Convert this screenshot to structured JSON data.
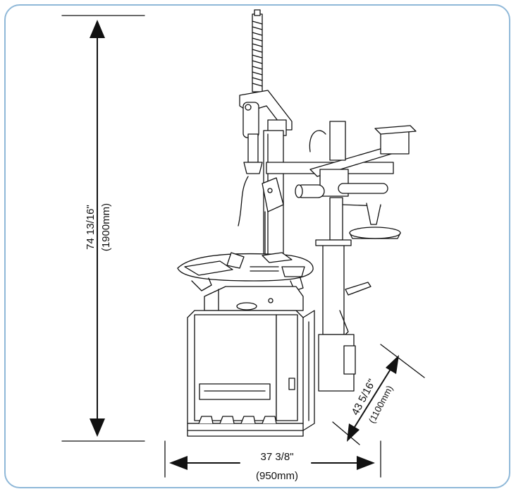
{
  "dimensions": {
    "height": {
      "imperial": "74 13/16\"",
      "metric": "(1900mm)"
    },
    "width": {
      "imperial": "37 3/8\"",
      "metric": "(950mm)"
    },
    "depth": {
      "imperial": "43  5/16\"",
      "metric": "(1100mm)"
    }
  },
  "colors": {
    "frame": "#8fb8d8",
    "line": "#111111"
  }
}
